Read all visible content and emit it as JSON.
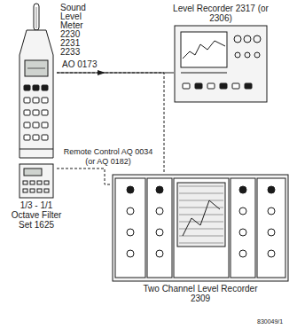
{
  "diagram": {
    "nodes": [
      {
        "text": [
          "Sound Level Meter 2230 2231 2233"
        ]
      },
      {
        "text": [
          "1/3 - 1/1 Octave Filter Set 1625"
        ]
      },
      {
        "text": [
          "Level Recorder 2317 (or 2306)"
        ]
      },
      {
        "text": [
          "Two Channel Level Recorder 2309"
        ]
      }
    ],
    "edges": [
      {
        "from": 0,
        "to": 2,
        "arrow": "none"
      },
      {
        "from": 0,
        "to": 3,
        "arrow": "none"
      },
      {
        "from": 1,
        "to": 3,
        "label": "Remote Control AQ 0034 (or AQ 0182)",
        "arrow": "none"
      }
    ],
    "labels": [
      "AO 0173",
      "830049/1"
    ]
  }
}
